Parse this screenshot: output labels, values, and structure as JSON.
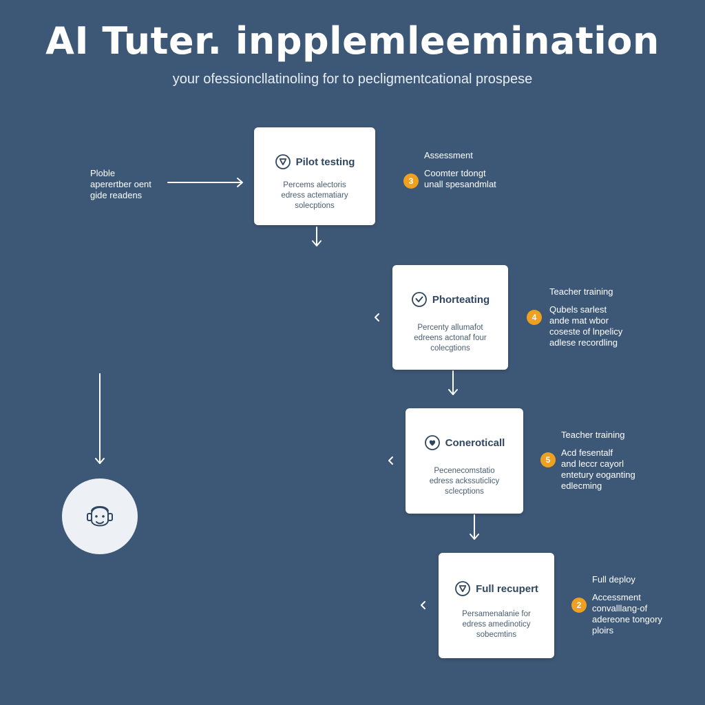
{
  "header": {
    "title": "AI Tuter. inpplemleemination",
    "subtitle": "your ofessioncllatinoling for to pecligmentcational prospese"
  },
  "left_note": {
    "lines": [
      "Ploble",
      "aperertber oent",
      "gide readens"
    ]
  },
  "steps": [
    {
      "title": "Pilot testing",
      "icon": "robot-head-icon",
      "desc": [
        "Percems alectoris",
        "edress actematiary",
        "solecptions"
      ],
      "side_label": "Assessment",
      "badge": "3",
      "side_lines": [
        "Coomter tdongt",
        "unall spesandmlat"
      ]
    },
    {
      "title": "Phorteating",
      "icon": "check-circle-icon",
      "desc": [
        "Percenty allumafot",
        "edreens actonaf four",
        "colecgtions"
      ],
      "side_label": "Teacher training",
      "badge": "4",
      "side_lines": [
        "Qubels sarlest",
        "ande mat wbor",
        "coseste of lnpelicy",
        "adlese recordling"
      ]
    },
    {
      "title": "Coneroticall",
      "icon": "heart-check-icon",
      "desc": [
        "Pecenecomstatio",
        "edress ackssuticlicy",
        "sclecptions"
      ],
      "side_label": "Teacher training",
      "badge": "5",
      "side_lines": [
        "Acd fesentalf",
        "and leccr cayorl",
        "entetury eoganting",
        "edlecming"
      ]
    },
    {
      "title": "Full recupert",
      "icon": "robot-head-icon",
      "desc": [
        "Persamenalanie for",
        "edress amedinoticy",
        "sobecmtins"
      ],
      "side_label": "Full deploy",
      "badge": "2",
      "side_lines": [
        "Accessment",
        "convalllang-of",
        "adereone tongory",
        "ploirs"
      ]
    }
  ],
  "avatar": {
    "icon": "student-avatar-icon"
  },
  "colors": {
    "background": "#3d5876",
    "card": "#ffffff",
    "badge": "#f0a020",
    "card_text": "#2f4660"
  }
}
